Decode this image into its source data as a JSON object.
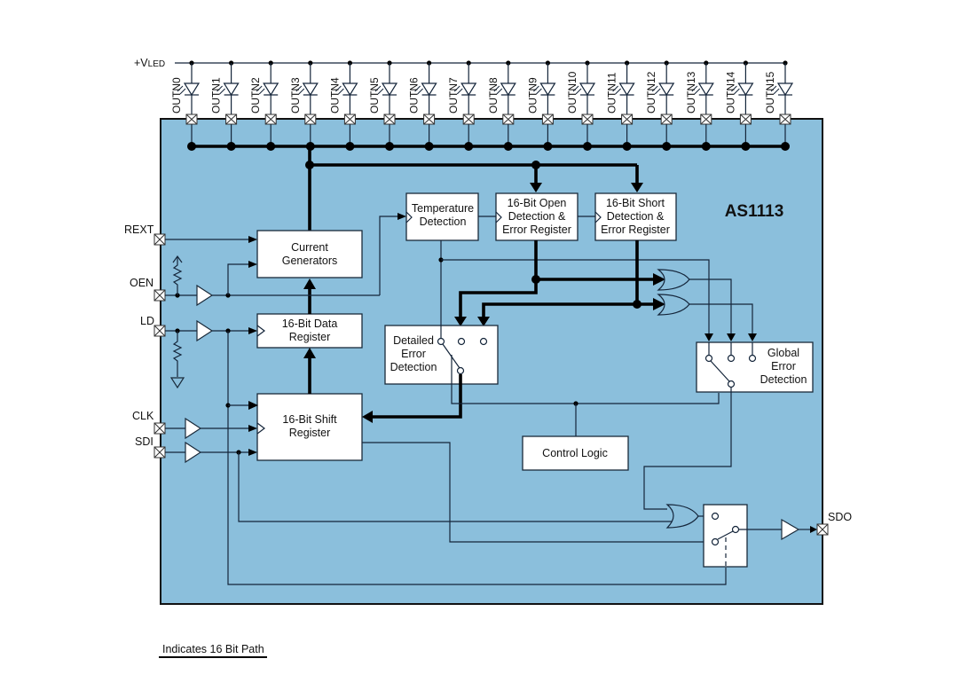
{
  "chip": {
    "part_number": "AS1113",
    "body_color": "#8bbfdc",
    "supply_label_prefix": "+V",
    "supply_label_sub": "LED"
  },
  "outputs": [
    "OUTN0",
    "OUTN1",
    "OUTN2",
    "OUTN3",
    "OUTN4",
    "OUTN5",
    "OUTN6",
    "OUTN7",
    "OUTN8",
    "OUTN9",
    "OUTN10",
    "OUTN11",
    "OUTN12",
    "OUTN13",
    "OUTN14",
    "OUTN15"
  ],
  "pins": {
    "rext": "REXT",
    "oen": "OEN",
    "ld": "LD",
    "clk": "CLK",
    "sdi": "SDI",
    "sdo": "SDO"
  },
  "blocks": {
    "current_generators": [
      "Current",
      "Generators"
    ],
    "data_register": [
      "16-Bit Data",
      "Register"
    ],
    "shift_register": [
      "16-Bit Shift",
      "Register"
    ],
    "temperature": [
      "Temperature",
      "Detection"
    ],
    "open_detection": [
      "16-Bit Open",
      "Detection &",
      "Error Register"
    ],
    "short_detection": [
      "16-Bit Short",
      "Detection &",
      "Error Register"
    ],
    "detailed_error": [
      "Detailed",
      "Error",
      "Detection"
    ],
    "global_error": [
      "Global",
      "Error",
      "Detection"
    ],
    "control_logic": [
      "Control Logic"
    ]
  },
  "legend": {
    "text": "Indicates 16 Bit Path"
  }
}
